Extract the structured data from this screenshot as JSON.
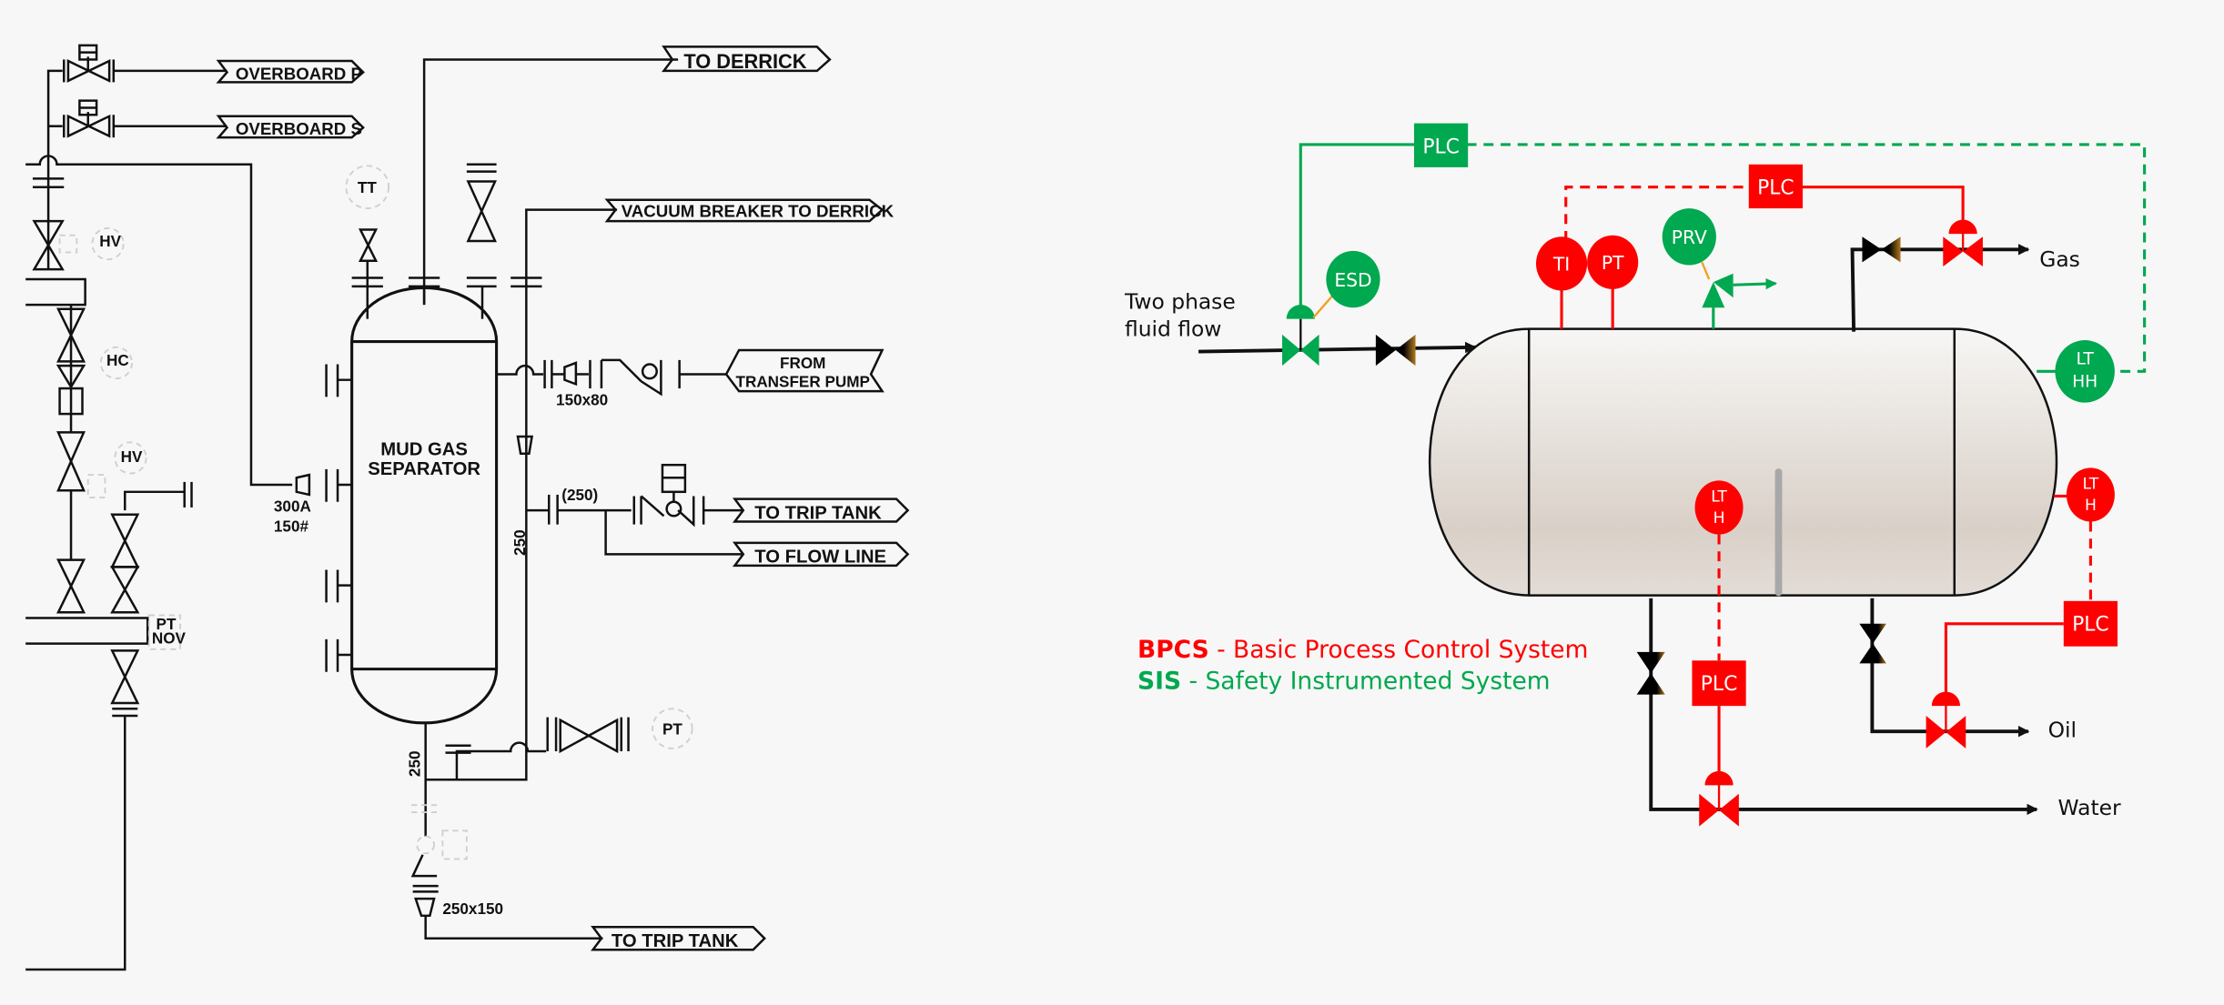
{
  "colors": {
    "background": "#f7f7f7",
    "bpcs_red": "#ff0000",
    "sis_green": "#00a84f",
    "line_black": "#111111",
    "vessel_fill_top": "#f7f6f4",
    "vessel_fill_mid": "#d9d0c8",
    "weir_gray": "#a8a8a8",
    "signal_orange": "#f0a020"
  },
  "left_diagram": {
    "vessel_label_line1": "MUD GAS",
    "vessel_label_line2": "SEPARATOR",
    "offpage": {
      "overboard_p": "OVERBOARD  P",
      "overboard_s": "OVERBOARD  S",
      "to_derrick": "TO  DERRICK",
      "vacuum_breaker": "VACUUM  BREAKER  TO  DERRICK",
      "from_transfer_pump_1": "FROM",
      "from_transfer_pump_2": "TRANSFER  PUMP",
      "to_trip_tank_1": "TO  TRIP  TANK",
      "to_flow_line": "TO  FLOW  LINE",
      "to_trip_tank_2": "TO  TRIP  TANK"
    },
    "instruments": {
      "tt": "TT",
      "hv_1": "HV",
      "hc": "HC",
      "hv_2": "HV",
      "pt_nov_1": "PT",
      "pt_nov_2": "NOV",
      "pt": "PT"
    },
    "sizes": {
      "reducer_150x80": "150x80",
      "inlet_300a": "300A",
      "inlet_150lb": "150#",
      "line_250_paren": "(250)",
      "line_250_vertical": "250",
      "line_250_bottom": "250",
      "reducer_250x150": "250x150"
    }
  },
  "right_diagram": {
    "inlet_label_1": "Two phase",
    "inlet_label_2": "fluid flow",
    "outlets": {
      "gas": "Gas",
      "oil": "Oil",
      "water": "Water"
    },
    "sis": {
      "plc": "PLC",
      "esd": "ESD",
      "prv": "PRV",
      "lthh_1": "LT",
      "lthh_2": "HH"
    },
    "bpcs": {
      "plc_gas": "PLC",
      "plc_water": "PLC",
      "plc_oil": "PLC",
      "ti": "TI",
      "pt": "PT",
      "lth_interface_1": "LT",
      "lth_interface_2": "H",
      "lth_oil_1": "LT",
      "lth_oil_2": "H"
    },
    "legend": {
      "bpcs_abbr": "BPCS",
      "bpcs_text": " - Basic Process Control System",
      "sis_abbr": "SIS",
      "sis_text": " - Safety Instrumented System"
    }
  }
}
